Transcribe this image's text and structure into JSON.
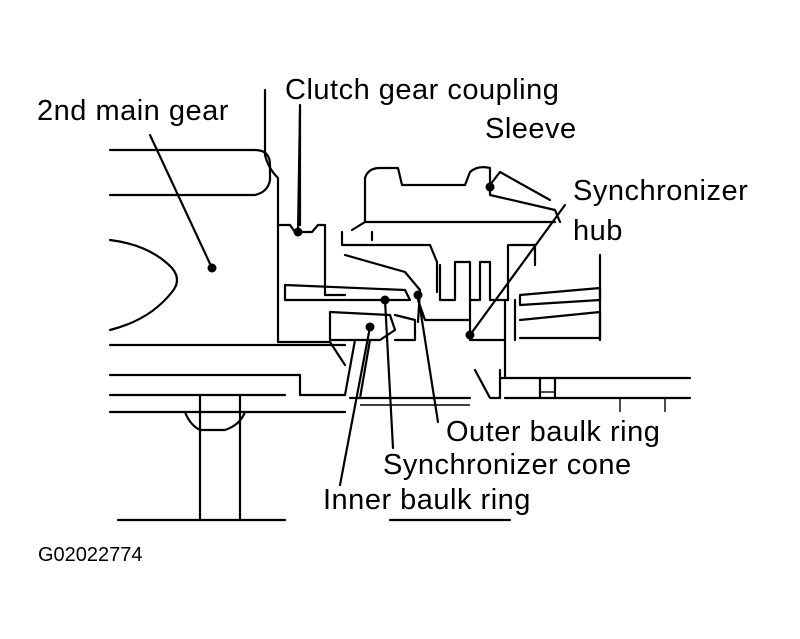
{
  "labels": {
    "second_main_gear": "2nd main gear",
    "clutch_gear_coupling": "Clutch gear coupling",
    "sleeve": "Sleeve",
    "synchronizer_hub_line1": "Synchronizer",
    "synchronizer_hub_line2": "hub",
    "outer_baulk_ring": "Outer baulk ring",
    "synchronizer_cone": "Synchronizer cone",
    "inner_baulk_ring": "Inner baulk ring"
  },
  "figure_code": "G02022774"
}
